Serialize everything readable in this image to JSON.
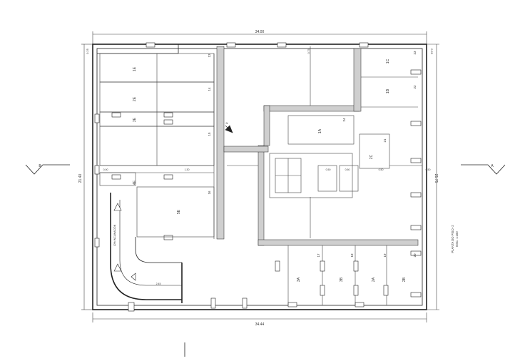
{
  "dimensions": {
    "top": "34.00",
    "bottom": "34.44",
    "left": "21.40",
    "right": "21.75",
    "top_corner_left": "0.25",
    "top_corner_right": "0.25"
  },
  "sections": {
    "left_mark": "B",
    "right_mark": "A"
  },
  "parking_spaces": {
    "left_column": [
      "1E",
      "2E",
      "3E",
      "4E",
      "5E"
    ],
    "top_right": [
      "1C",
      "1B"
    ],
    "right_numbers": [
      "23",
      "22",
      "21"
    ],
    "center": [
      "1A",
      "2C"
    ],
    "center_numbers": [
      "24"
    ],
    "bottom": [
      "3A",
      "3B",
      "2A",
      "2B"
    ],
    "bottom_numbers": [
      "17",
      "18",
      "19",
      "20"
    ],
    "left_numbers": [
      "13",
      "14",
      "15",
      "16"
    ]
  },
  "ramp_label": "10% INCLINACIÓN",
  "north_label": "N",
  "misc_dims": [
    "0.00",
    "1.30",
    "0.50",
    "0.50",
    "0.50",
    "0.50",
    "0.75",
    "2.45"
  ],
  "title_block": {
    "line1": "PLANTA DO PISO -2",
    "line2": "ESC. 1:100"
  }
}
